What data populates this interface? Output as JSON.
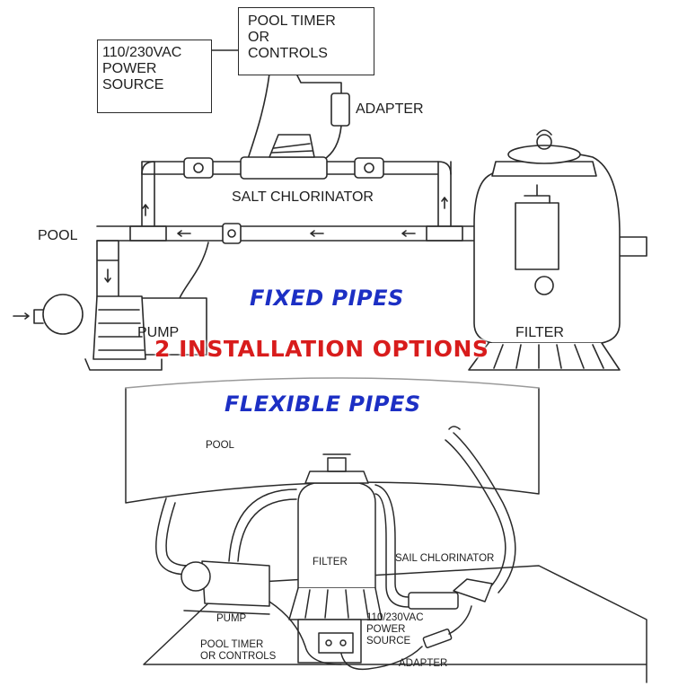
{
  "colors": {
    "line": "#2a2a2a",
    "accent_blue": "#1c2fc4",
    "accent_red": "#d81c1c",
    "shadow": "#ffffff"
  },
  "top": {
    "power_source": "110/230VAC\nPOWER\nSOURCE",
    "timer": "POOL TIMER\nOR\nCONTROLS",
    "adapter": "ADAPTER",
    "salt_chlorinator": "SALT CHLORINATOR",
    "pool": "POOL",
    "pump": "PUMP",
    "filter": "FILTER"
  },
  "banners": {
    "fixed": "FIXED PIPES",
    "options": "2 INSTALLATION OPTIONS",
    "flexible": "FLEXIBLE PIPES"
  },
  "bottom": {
    "pool": "POOL",
    "filter": "FILTER",
    "chlorinator": "SAIL CHLORINATOR",
    "pump": "PUMP",
    "timer": "POOL TIMER\nOR CONTROLS",
    "power_source": "110/230VAC\nPOWER\nSOURCE",
    "adapter": "ADAPTER"
  }
}
